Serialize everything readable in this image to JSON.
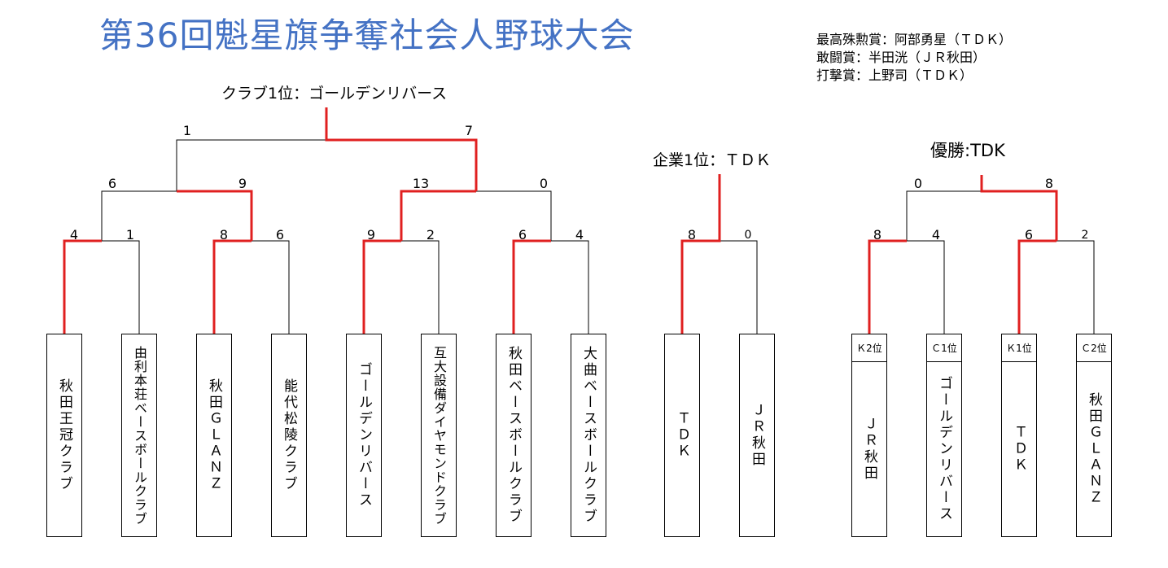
{
  "title": "第36回魁星旗争奪社会人野球大会",
  "awards": [
    "最高殊勲賞：阿部勇星（ＴＤＫ）",
    "敢闘賞：半田洸（ＪＲ秋田）",
    "打撃賞：上野司（ＴＤＫ）"
  ],
  "club_bracket": {
    "winner_label": "クラブ1位：ゴールデンリバース",
    "scores": {
      "final": [
        "1",
        "7"
      ],
      "semi_left": [
        "6",
        "9"
      ],
      "semi_right": [
        "13",
        "0"
      ],
      "r1": [
        [
          "4",
          "1"
        ],
        [
          "8",
          "6"
        ],
        [
          "9",
          "2"
        ],
        [
          "6",
          "4"
        ]
      ]
    },
    "teams": [
      "秋田王冠クラブ",
      "由利本荘ベースボールクラブ",
      "秋田ＧＬＡＮＺ",
      "能代松陵クラブ",
      "ゴールデンリバース",
      "互大設備ダイヤモンドクラブ",
      "秋田ベースボールクラブ",
      "大曲ベースボールクラブ"
    ]
  },
  "corp_bracket": {
    "winner_label": "企業1位：ＴＤＫ",
    "scores": [
      "8",
      "0"
    ],
    "teams": [
      "ＴＤＫ",
      "ＪＲ秋田"
    ]
  },
  "final_bracket": {
    "winner_label": "優勝:TDK",
    "scores": {
      "final": [
        "0",
        "8"
      ],
      "semis": [
        [
          "8",
          "4"
        ],
        [
          "6",
          "2"
        ]
      ]
    },
    "seeds": [
      "Ｋ2位",
      "Ｃ1位",
      "Ｋ1位",
      "Ｃ2位"
    ],
    "teams": [
      "ＪＲ秋田",
      "ゴールデンリバース",
      "ＴＤＫ",
      "秋田ＧＬＡＮＺ"
    ]
  }
}
